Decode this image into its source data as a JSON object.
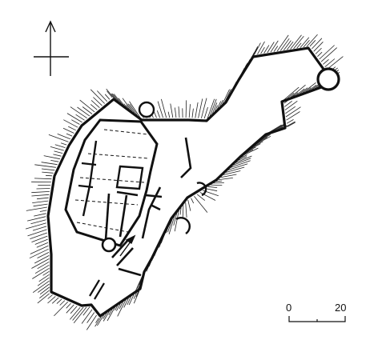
{
  "figure": {
    "kind": "castle ground plan with hachured slopes",
    "orientation_marker": "north-arrow-cross"
  },
  "scale_bar": {
    "start_label": "0",
    "end_label": "20"
  },
  "colors": {
    "ink": "#111111",
    "paper": "#ffffff"
  }
}
